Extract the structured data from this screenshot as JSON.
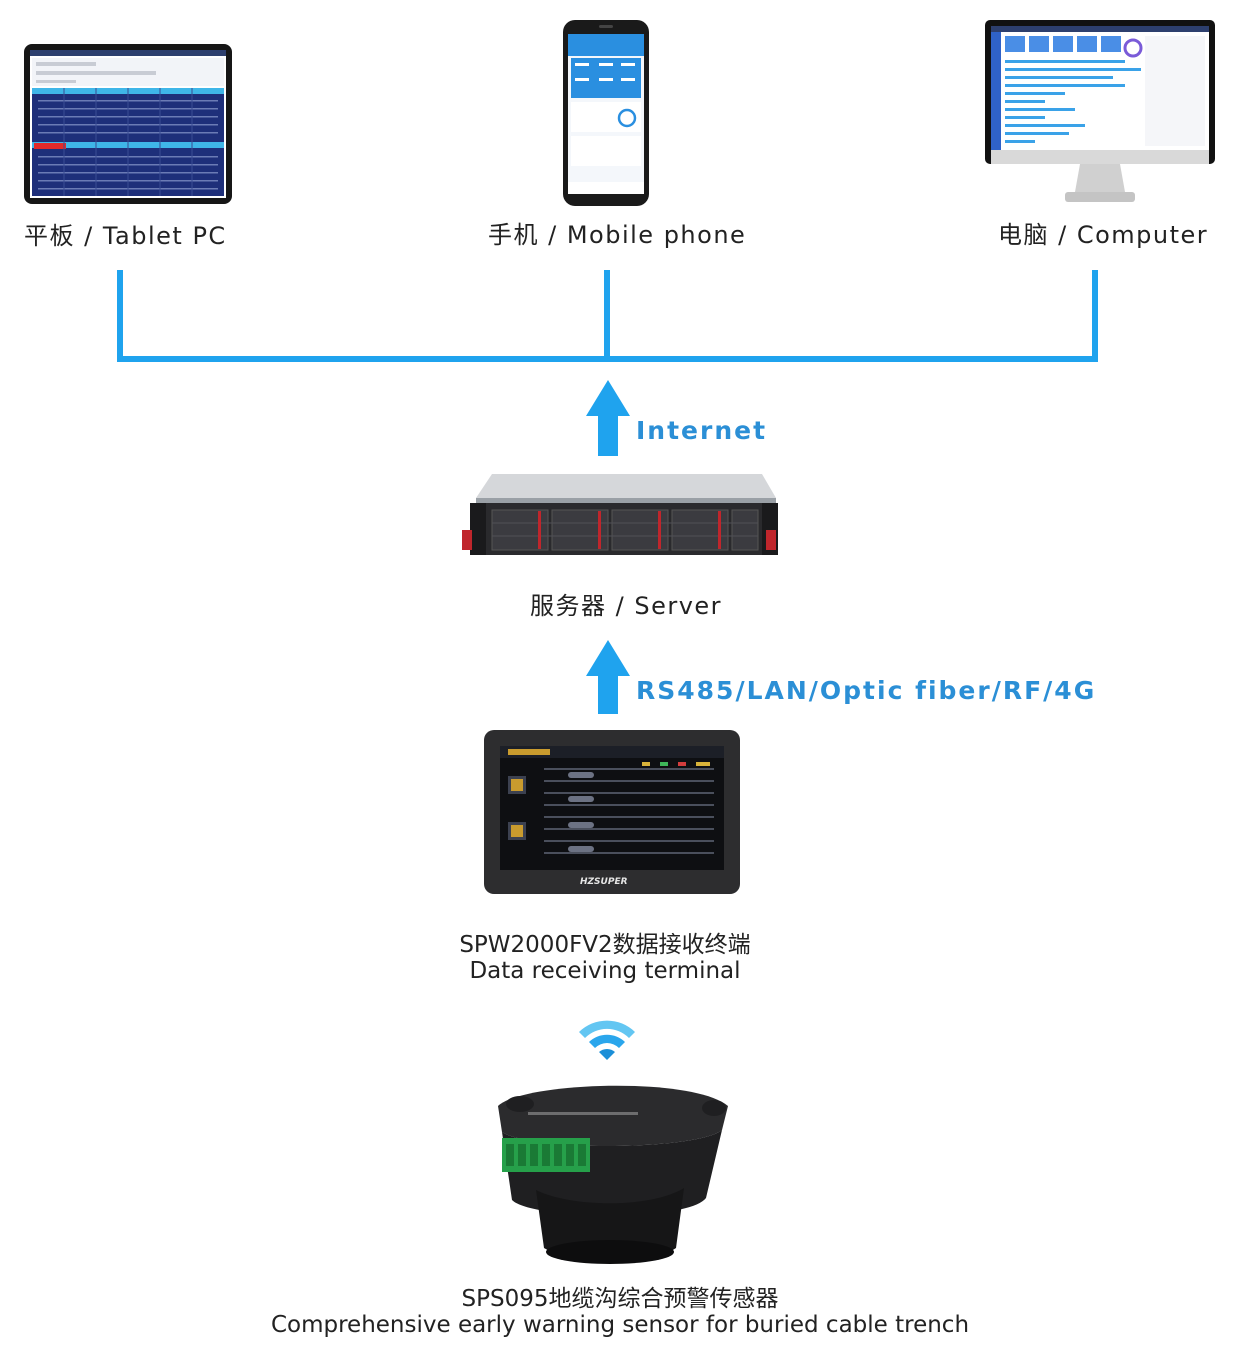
{
  "devices": {
    "tablet_label": "平板 / Tablet PC",
    "phone_label": "手机 / Mobile phone",
    "computer_label": "电脑 / Computer"
  },
  "links": {
    "internet_label": "Internet",
    "comm_label": "RS485/LAN/Optic fiber/RF/4G"
  },
  "server": {
    "label": "服务器 / Server"
  },
  "terminal": {
    "label_line1": "SPW2000FV2数据接收终端",
    "label_line2": "Data receiving terminal",
    "brand": "HZSUPER"
  },
  "sensor": {
    "label_line1": "SPS095地缆沟综合预警传感器",
    "label_line2": "Comprehensive early warning sensor for buried cable trench"
  },
  "colors": {
    "connector_blue": "#1fa3ee",
    "label_blue": "#2b8fd6",
    "screen_navy": "#1e2f7a"
  }
}
